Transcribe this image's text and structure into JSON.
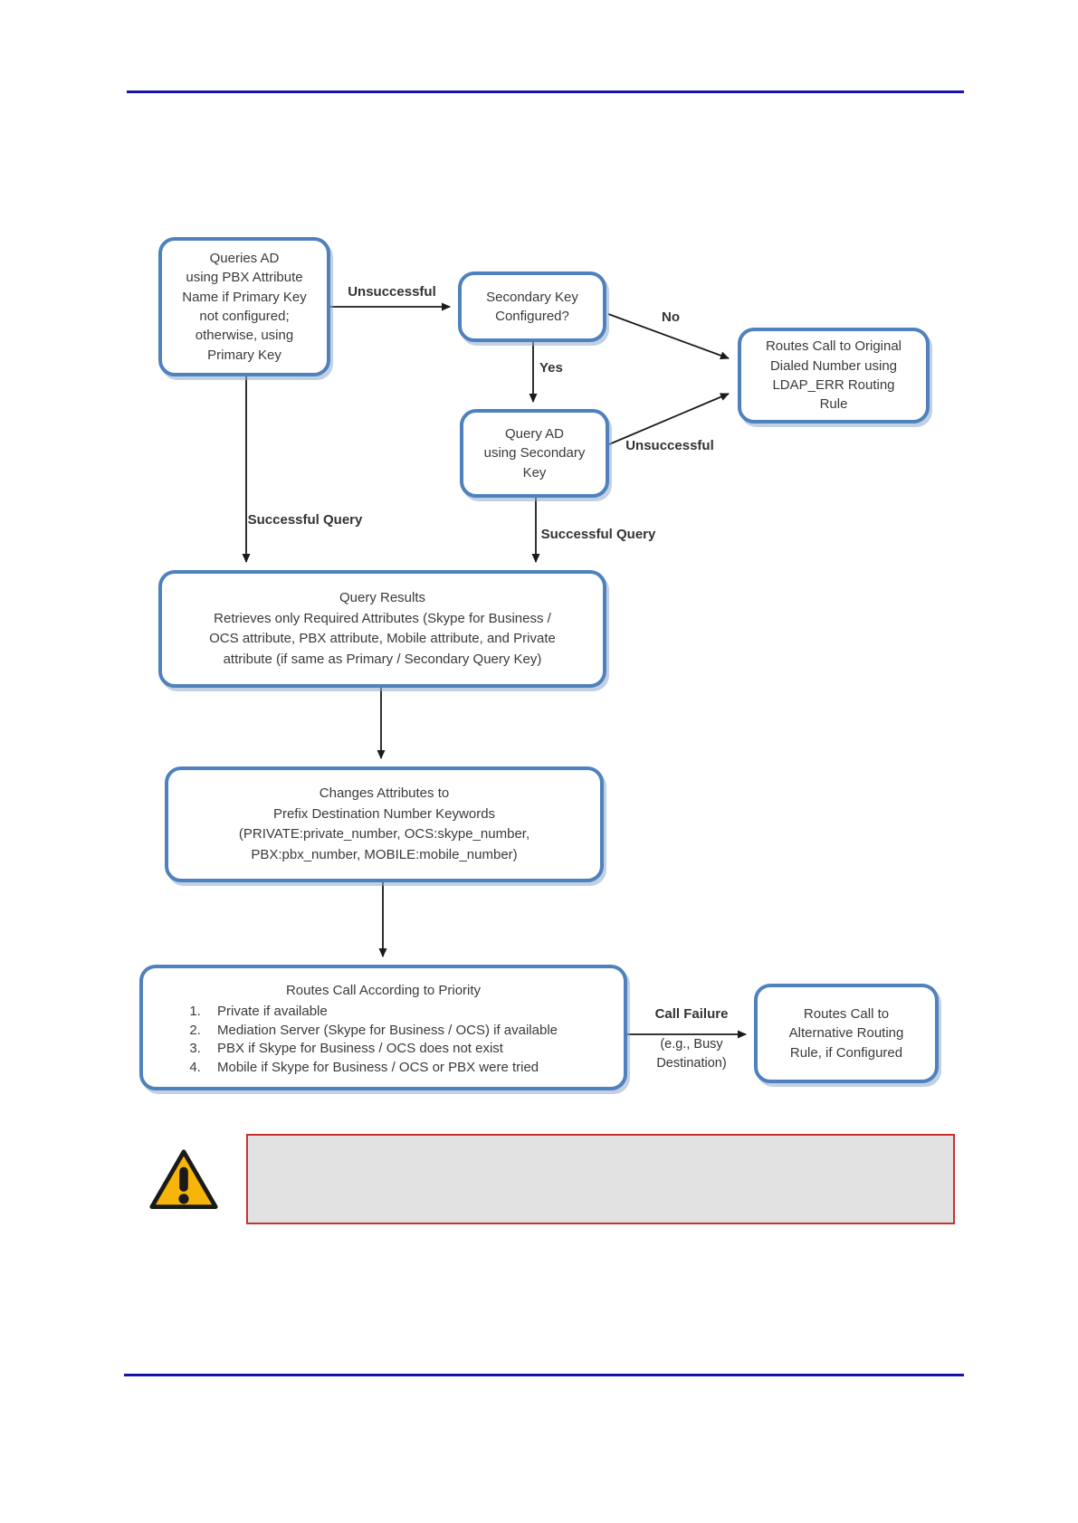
{
  "page": {
    "rule_color": "#1513ab",
    "background": "#ffffff"
  },
  "flowchart": {
    "accent_border_color": "#4e81bd",
    "arrow_color": "#1a1a1a",
    "nodes": {
      "queries_ad": "Queries AD\nusing PBX Attribute\nName if Primary Key\nnot configured;\notherwise, using\nPrimary Key",
      "secondary_key_configured": "Secondary Key\nConfigured?",
      "routes_original": "Routes Call to Original\nDialed Number using\nLDAP_ERR Routing\nRule",
      "query_ad_secondary": "Query AD\nusing Secondary\nKey",
      "query_results": "Query Results\nRetrieves only Required Attributes (Skype for Business /\nOCS attribute, PBX attribute, Mobile attribute, and Private\nattribute (if same as Primary / Secondary Query Key)",
      "changes_attributes": "Changes Attributes to\nPrefix Destination Number Keywords\n(PRIVATE:private_number,  OCS:skype_number,\nPBX:pbx_number,  MOBILE:mobile_number)",
      "routing_priority_title": "Routes Call According to Priority",
      "routing_priority_items": [
        "Private if available",
        "Mediation Server (Skype for Business / OCS) if available",
        "PBX if Skype for Business / OCS does not exist",
        "Mobile if Skype for Business / OCS or PBX were tried"
      ],
      "routes_alternative": "Routes Call to\nAlternative Routing\nRule, if Configured"
    },
    "edge_labels": {
      "unsuccessful_primary": "Unsuccessful",
      "no": "No",
      "yes": "Yes",
      "unsuccessful_secondary": "Unsuccessful",
      "successful_query_left": "Successful Query",
      "successful_query_right": "Successful Query",
      "call_failure": "Call Failure",
      "call_failure_detail": "(e.g., Busy\nDestination)"
    }
  },
  "note": {
    "icon": "warning-triangle-icon",
    "border_color": "#c93131",
    "background_color": "#e2e2e2",
    "text": ""
  }
}
